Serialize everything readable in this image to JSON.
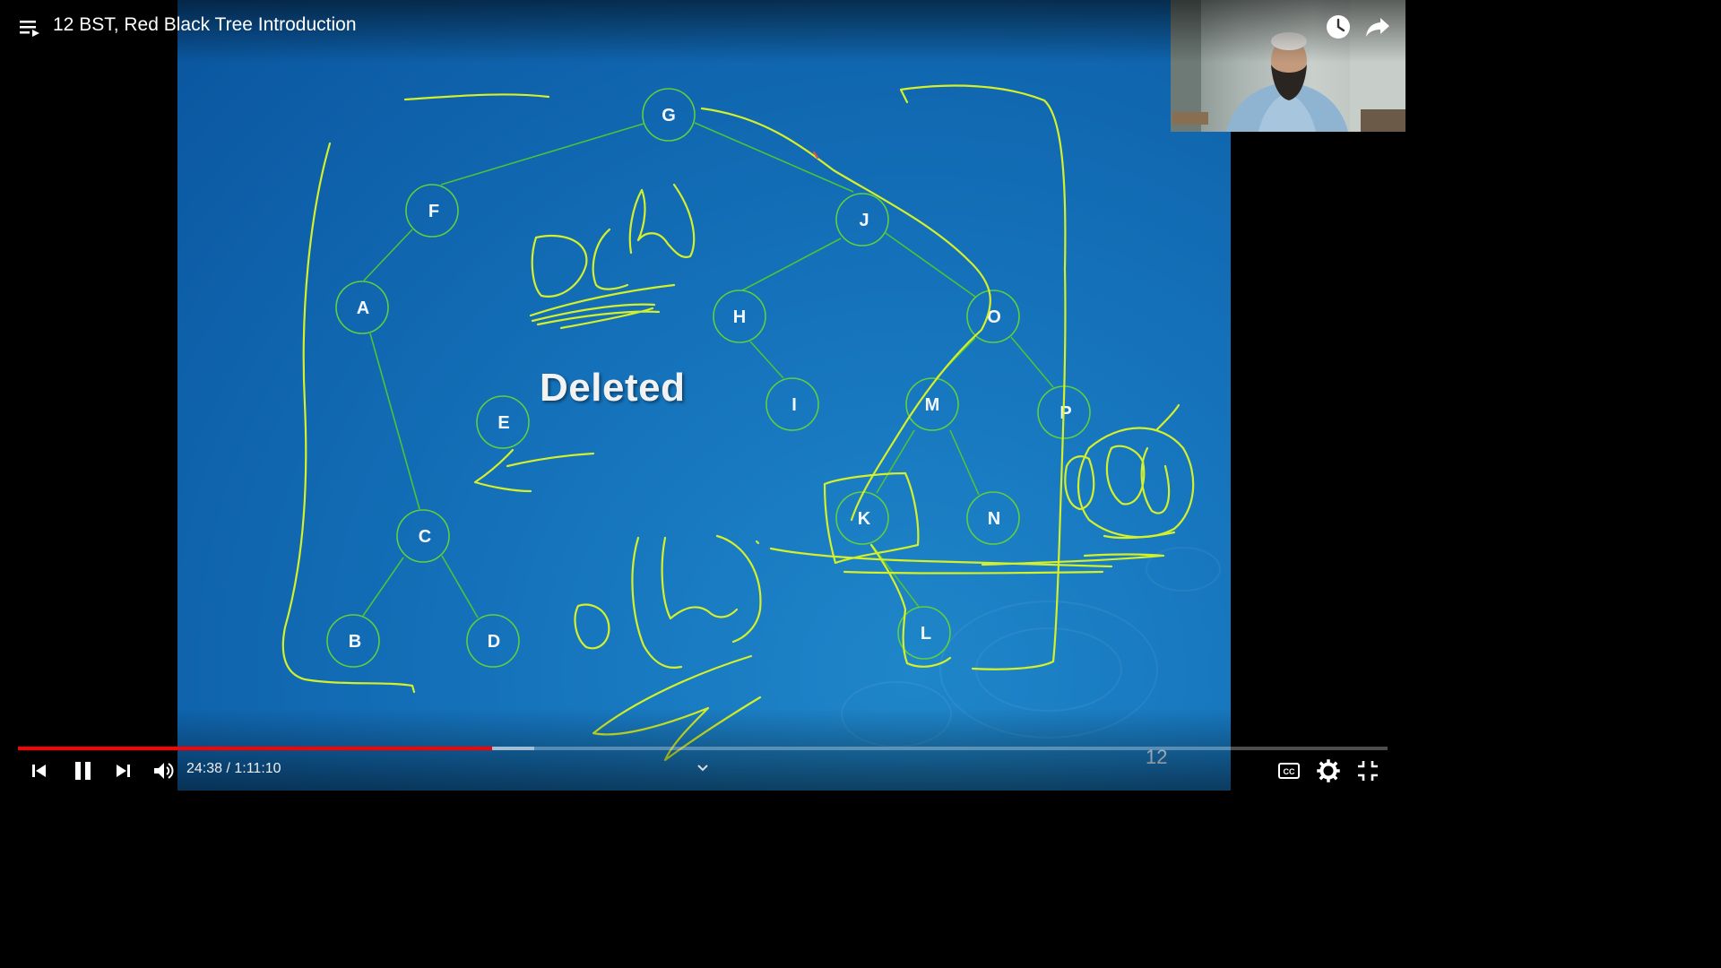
{
  "header": {
    "title": "12 BST, Red Black Tree Introduction"
  },
  "slide": {
    "overlay_text": "Deleted",
    "slide_number": "12",
    "nodes": [
      {
        "label": "G"
      },
      {
        "label": "F"
      },
      {
        "label": "J"
      },
      {
        "label": "A"
      },
      {
        "label": "H"
      },
      {
        "label": "O"
      },
      {
        "label": "E"
      },
      {
        "label": "I"
      },
      {
        "label": "M"
      },
      {
        "label": "P"
      },
      {
        "label": "C"
      },
      {
        "label": "K"
      },
      {
        "label": "N"
      },
      {
        "label": "B"
      },
      {
        "label": "D"
      },
      {
        "label": "L"
      }
    ]
  },
  "player": {
    "time_display": "24:38 / 1:11:10",
    "progress_played_fraction": 0.3464,
    "progress_buffered_fraction": 0.3767
  },
  "icons": {
    "playlist": "playlist-icon",
    "watch_later": "clock-icon",
    "share": "share-icon",
    "previous": "skip-previous-icon",
    "pause": "pause-icon",
    "next": "skip-next-icon",
    "volume": "volume-icon",
    "captions": "captions-icon",
    "settings": "gear-icon",
    "exit_fullscreen": "exit-fullscreen-icon",
    "chevron": "chevron-down-icon"
  },
  "colors": {
    "slide_blue": "#0f64ad",
    "node_stroke": "#5fcf3f",
    "ink": "#d4f02a",
    "progress_red": "#ff0000"
  }
}
